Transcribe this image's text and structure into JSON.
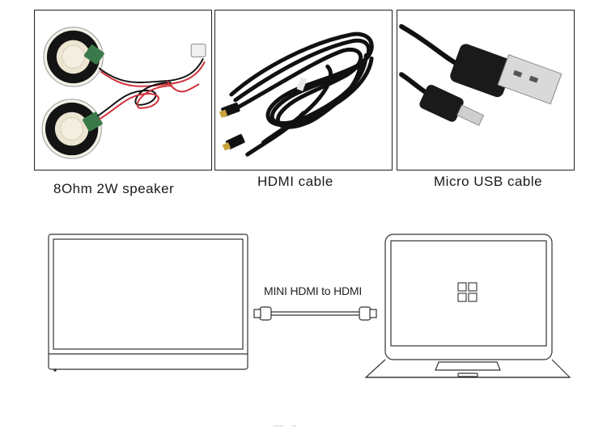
{
  "products": [
    {
      "caption": "8Ohm 2W speaker",
      "image": "speaker-pair-photo"
    },
    {
      "caption": "HDMI cable",
      "image": "hdmi-cable-photo"
    },
    {
      "caption": "Micro USB cable",
      "image": "micro-usb-cable-photo"
    }
  ],
  "connection": {
    "cable_label": "MINI HDMI to HDMI",
    "source_device": "portable-monitor",
    "target_device": "laptop",
    "laptop_logo": "windows-logo-icon"
  },
  "colors": {
    "line": "#333333",
    "cable_black": "#111111",
    "wire_red": "#d0303a",
    "connector_gold": "#c9a23a",
    "speaker_cone": "#e8e1cf"
  }
}
